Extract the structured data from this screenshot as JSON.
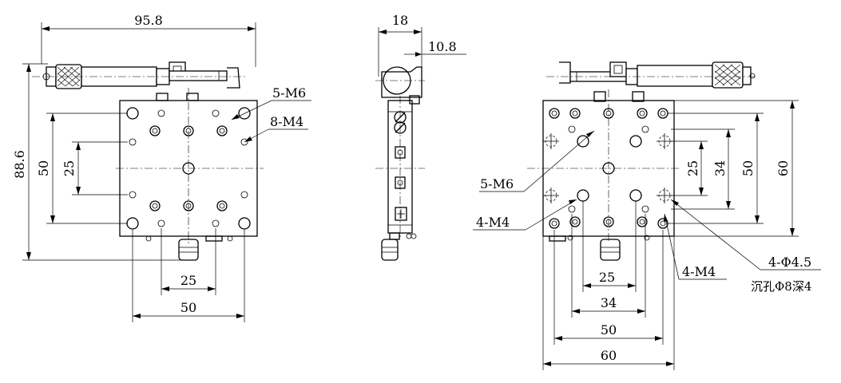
{
  "drawing": {
    "left_view": {
      "width_overall": "95.8",
      "height_overall": "88.6",
      "hole_pitch_v_outer": "50",
      "hole_pitch_v_inner": "25",
      "hole_pitch_h_inner": "25",
      "hole_pitch_h_outer": "50",
      "callout_m6": "5-M6",
      "callout_m4": "8-M4"
    },
    "side_view": {
      "depth": "18",
      "offset": "10.8"
    },
    "right_view": {
      "callout_m6": "5-M6",
      "callout_m4_a": "4-M4",
      "callout_m4_b": "4-M4",
      "callout_cbore_1": "4-Φ4.5",
      "callout_cbore_2": "沉孔Φ8深4",
      "dim_v_25": "25",
      "dim_v_34": "34",
      "dim_v_50": "50",
      "dim_v_60": "60",
      "dim_h_25": "25",
      "dim_h_34": "34",
      "dim_h_50": "50",
      "dim_h_60": "60"
    }
  }
}
